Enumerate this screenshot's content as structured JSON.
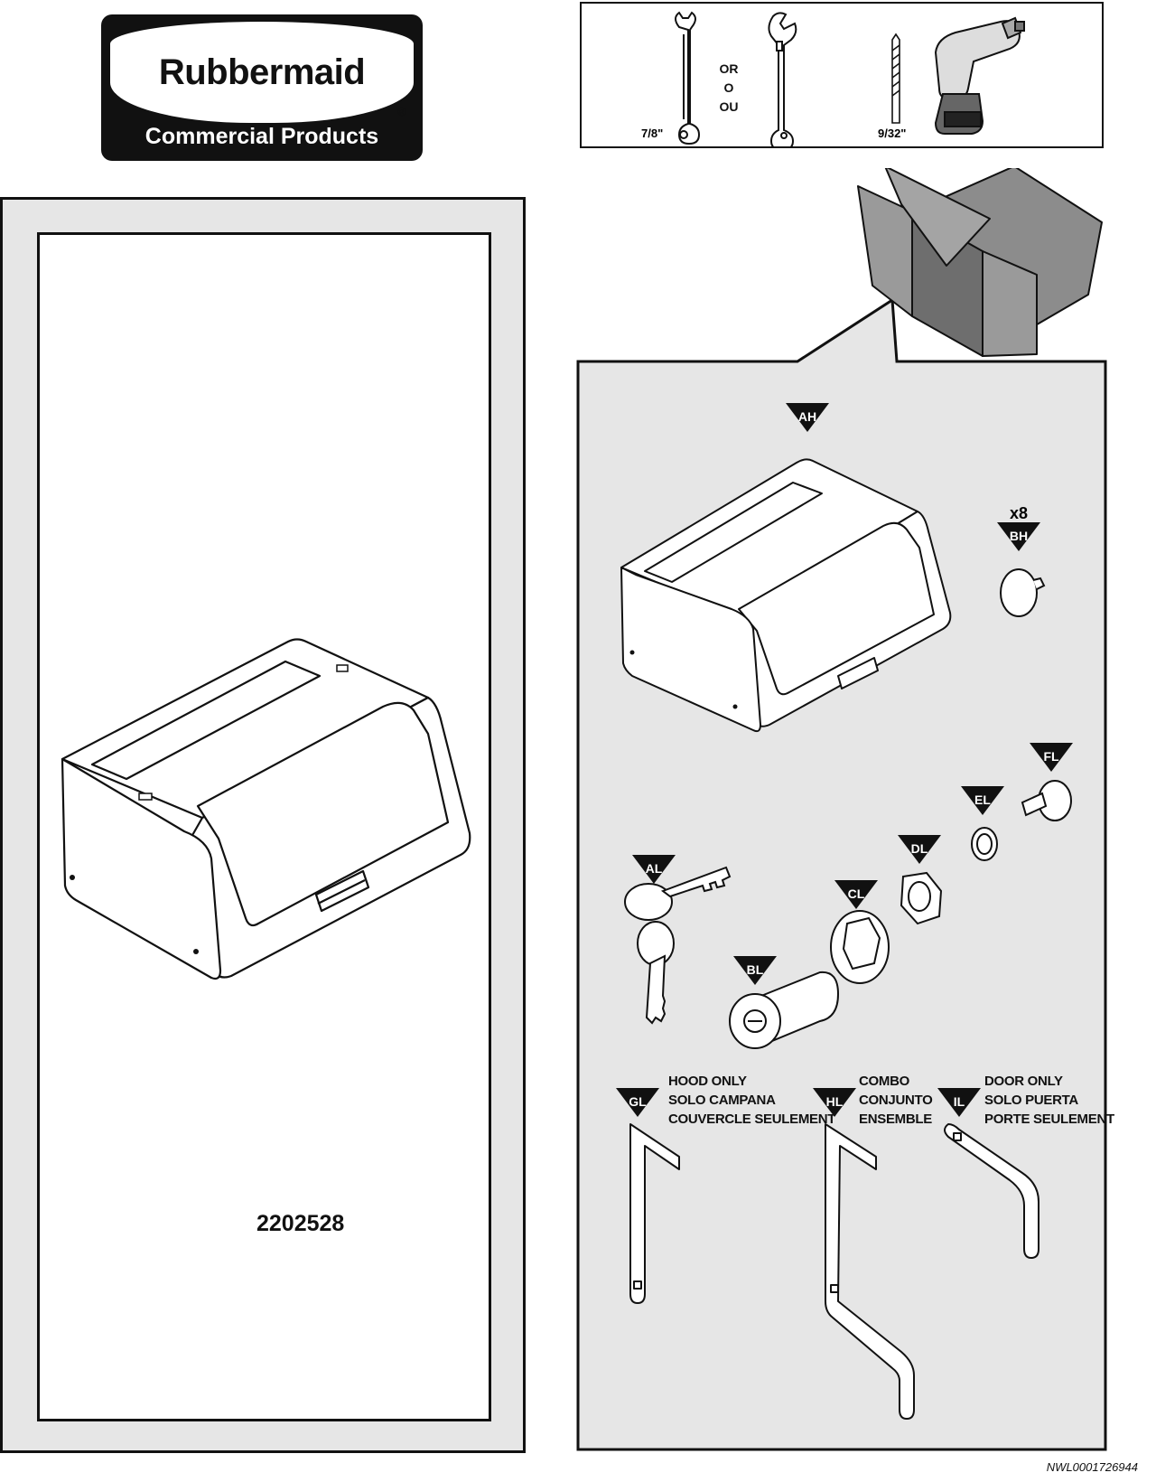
{
  "brand": {
    "name": "Rubbermaid",
    "registered_mark": "®",
    "subtitle": "Commercial Products"
  },
  "tools": {
    "wrench_size": "7/8\"",
    "or_labels": [
      "OR",
      "O",
      "OU"
    ],
    "drill_bit_size": "9/32\""
  },
  "product": {
    "model_number": "2202528"
  },
  "parts": {
    "AH": "AH",
    "BH": "BH",
    "BH_quantity": "x8",
    "AL": "AL",
    "BL": "BL",
    "CL": "CL",
    "DL": "DL",
    "EL": "EL",
    "FL": "FL",
    "GL": "GL",
    "HL": "HL",
    "IL": "IL"
  },
  "notes": {
    "GL": [
      "HOOD ONLY",
      "SOLO CAMPANA",
      "COUVERCLE SEULEMENT"
    ],
    "HL": [
      "COMBO",
      "CONJUNTO",
      "ENSEMBLE"
    ],
    "IL": [
      "DOOR ONLY",
      "SOLO PUERTA",
      "PORTE SEULEMENT"
    ]
  },
  "document_code": "NWL0001726944",
  "colors": {
    "panel_gray": "#e6e6e6",
    "ink": "#111111",
    "box_gray": "#8c8c8c"
  }
}
